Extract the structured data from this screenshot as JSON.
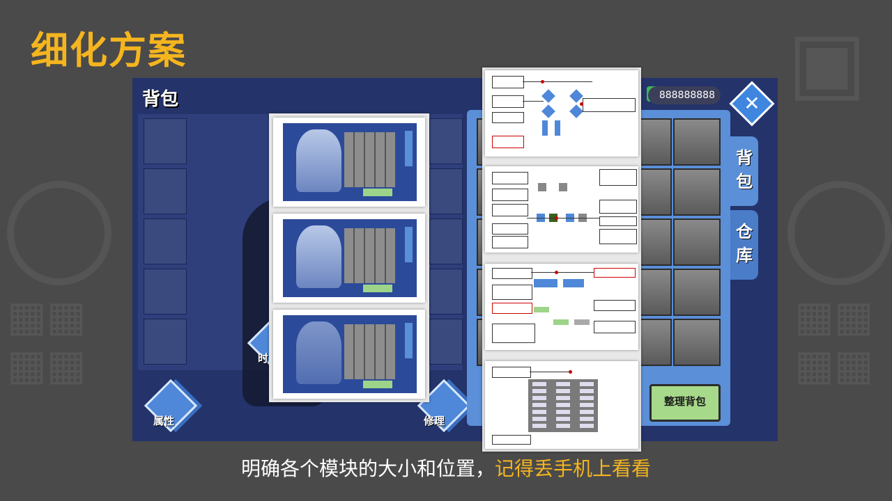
{
  "slide": {
    "title": "细化方案",
    "caption_main": "明确各个模块的大小和位置，",
    "caption_highlight": "记得丢手机上看看"
  },
  "game_ui": {
    "panel_title": "背包",
    "money_value": "888888888",
    "money_icon": "money-icon",
    "close_icon": "close-icon",
    "side_tabs": [
      {
        "label": "背包"
      },
      {
        "label": "仓库"
      }
    ],
    "bottom_buttons": {
      "attributes_label": "属性",
      "repair_label": "修理",
      "time_label": "时",
      "sort_label": "整理背包"
    }
  },
  "colors": {
    "accent": "#f5b51f",
    "panel": "#24336a",
    "tab": "#5b8fd8"
  }
}
